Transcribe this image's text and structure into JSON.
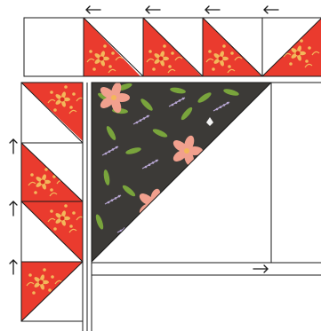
{
  "diagram": {
    "colors": {
      "background": "#ffffff",
      "outline": "#1a1a1a",
      "print_red": "#ea3b2e",
      "print_red_dark": "#d92b22",
      "print_gold": "#f3b75a",
      "print_charcoal": "#3c3a37",
      "leaf_green": "#79a43c",
      "flower_pink": "#f1a08e",
      "sprig_lavender": "#b7a6d2"
    },
    "arrow_direction": {
      "top_row": "left",
      "left_column": "up",
      "bottom_edge": "right"
    },
    "pieces": {
      "top_row": [
        "white-square",
        "red-hst",
        "red-hst",
        "red-hst",
        "red-hst"
      ],
      "left_column": [
        "red-hst",
        "red-hst",
        "red-hst",
        "red-hst"
      ],
      "center": "charcoal-floral-triangle"
    }
  }
}
